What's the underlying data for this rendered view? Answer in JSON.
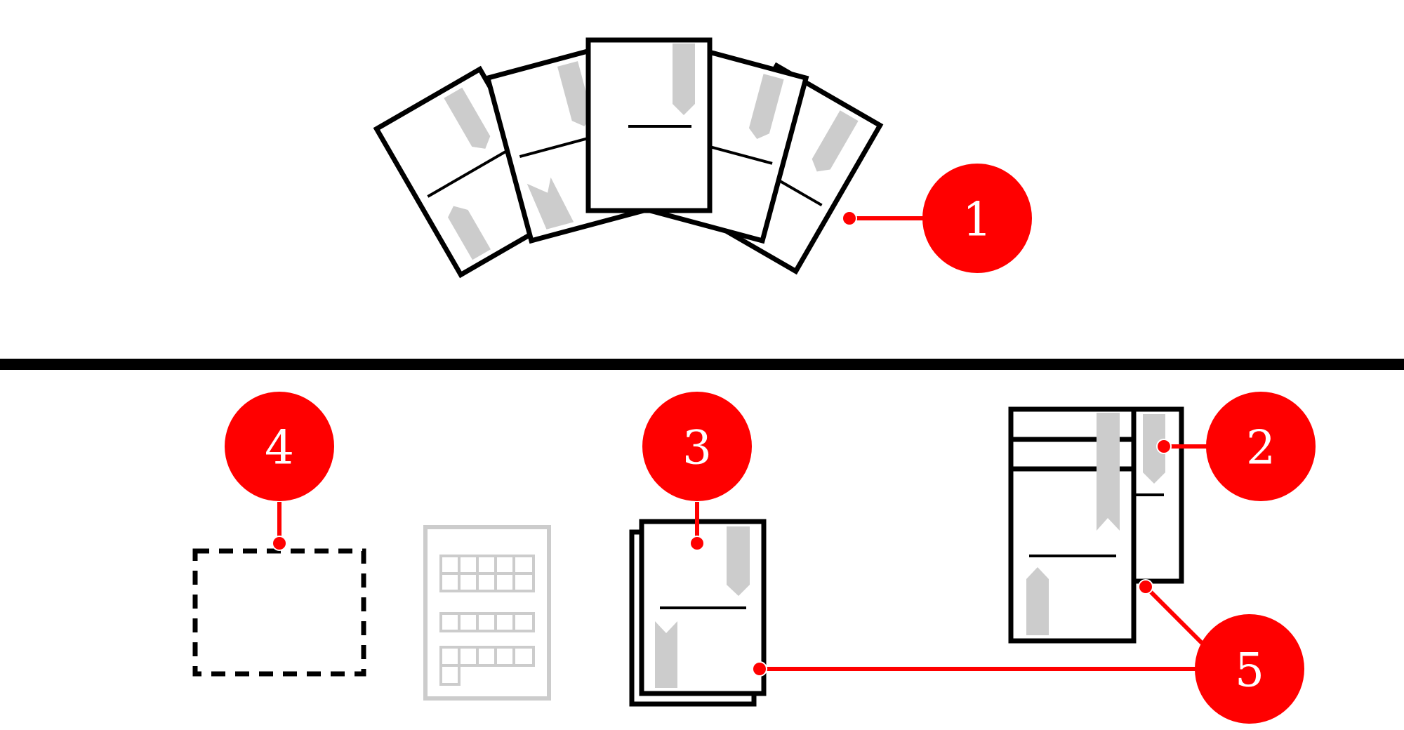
{
  "callouts": [
    {
      "number": "1"
    },
    {
      "number": "2"
    },
    {
      "number": "3"
    },
    {
      "number": "4"
    },
    {
      "number": "5"
    }
  ],
  "colors": {
    "callout": "#ff0000",
    "outline": "#000000",
    "bookmark": "#cccccc",
    "ghost": "#cccccc",
    "background": "#ffffff"
  },
  "icons": {
    "card-fan": "fanned-pages-icon",
    "single-page": "folded-page-icon",
    "stacked-pages": "stacked-pages-icon",
    "grid-sheet": "grid-sheet-icon",
    "placeholder": "dashed-frame-icon"
  }
}
